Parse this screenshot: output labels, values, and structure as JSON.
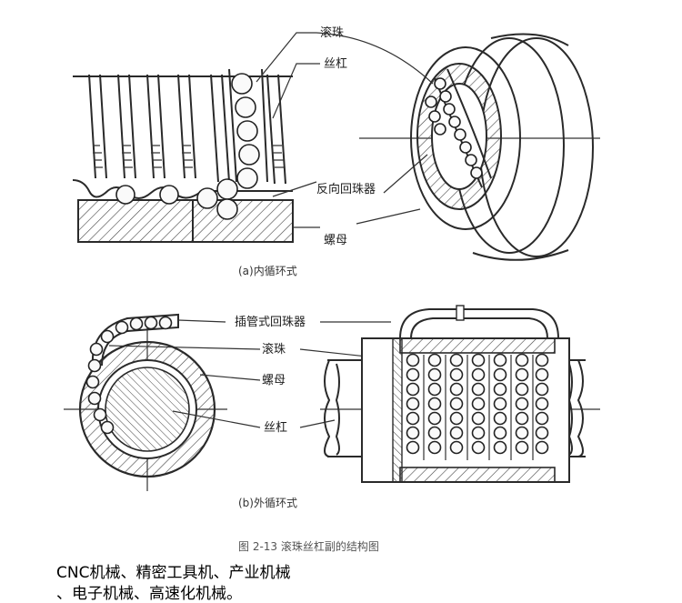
{
  "labels": {
    "ball": "滚珠",
    "screw": "丝杠",
    "reverser": "反向回珠器",
    "nut": "螺母",
    "tube_return": "插管式回珠器",
    "ball_b": "滚珠",
    "nut_b": "螺母",
    "screw_b": "丝杠"
  },
  "captions": {
    "a": "(a)内循环式",
    "b": "(b)外循环式",
    "figure": "图 2-13    滚珠丝杠副的结构图"
  },
  "footer": {
    "line1": "CNC机械、精密工具机、产业机械",
    "line2": "、电子机械、高速化机械。"
  }
}
